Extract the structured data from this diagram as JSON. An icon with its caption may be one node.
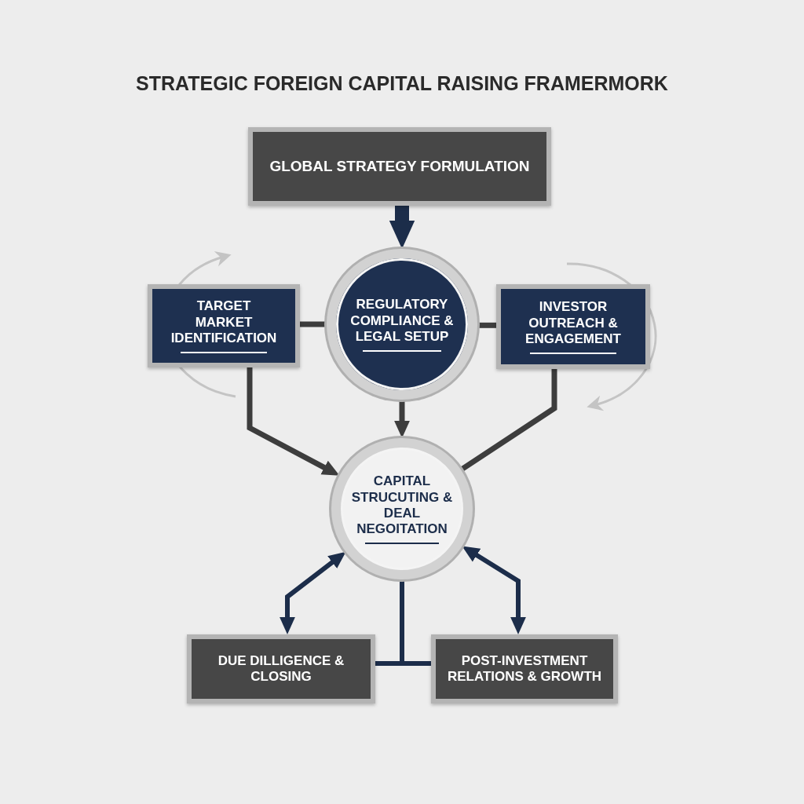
{
  "diagram": {
    "title": "STRATEGIC FOREIGN CAPITAL RAISING FRAMERMORK",
    "nodes": [
      {
        "text": [
          "GLOBAL STRATEGY FORMULATION"
        ]
      },
      {
        "text": [
          "TARGET MARKET IDENTIFICATION"
        ]
      },
      {
        "text": [
          "REGULATORY COMPLIANCE & LEGAL SETUP"
        ]
      },
      {
        "text": [
          "INVESTOR OUTREACH & ENGAGEMENT"
        ]
      },
      {
        "text": [
          "CAPITAL STRUCUTING & DEAL NEGOITATION"
        ]
      },
      {
        "text": [
          "DUE DILLIGENCE & CLOSING"
        ]
      },
      {
        "text": [
          "POST-INVESTMENT RELATIONS & GROWTH"
        ]
      }
    ],
    "edges": [
      {
        "from": 0,
        "to": 2,
        "arrow": "to",
        "style": "thick",
        "color": "#1c2d4a"
      },
      {
        "from": 1,
        "to": 2,
        "arrow": "none"
      },
      {
        "from": 2,
        "to": 3,
        "arrow": "none"
      },
      {
        "from": 2,
        "to": 4,
        "arrow": "to"
      },
      {
        "from": 1,
        "to": 4,
        "arrow": "to"
      },
      {
        "from": 3,
        "to": 4,
        "arrow": "none"
      },
      {
        "from": 4,
        "to": 5,
        "arrow": "both",
        "color": "#1c2d4a"
      },
      {
        "from": 4,
        "to": 6,
        "arrow": "both",
        "color": "#1c2d4a"
      },
      {
        "from": 4,
        "to": 5,
        "arrow": "none",
        "color": "#1c2d4a"
      },
      {
        "from": 4,
        "to": 6,
        "arrow": "none",
        "color": "#1c2d4a"
      }
    ]
  }
}
